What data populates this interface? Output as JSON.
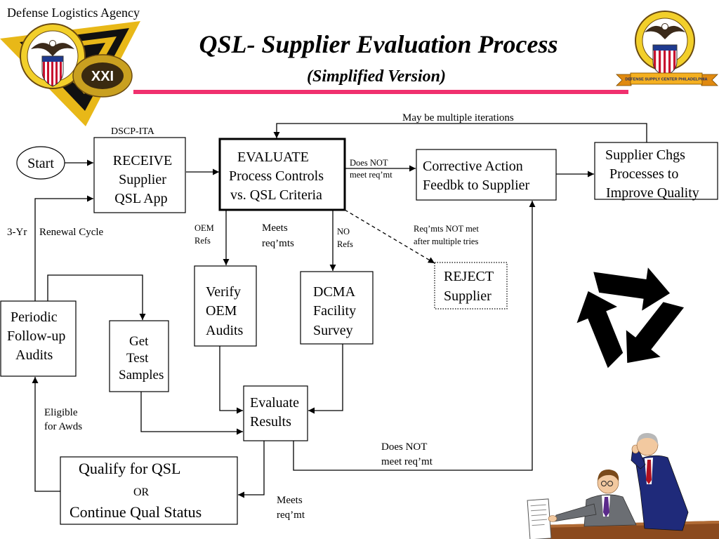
{
  "header": {
    "agency": "Defense Logistics Agency",
    "title": "QSL- Supplier Evaluation Process",
    "subtitle": "(Simplified Version)",
    "left_logo_badge": "XXI",
    "right_logo_banner": "DEFENSE SUPPLY CENTER PHILADELPHIA"
  },
  "nodes": {
    "start": "Start",
    "receive_group": "DSCP-ITA",
    "receive": [
      "RECEIVE",
      "Supplier",
      "QSL App"
    ],
    "evaluate": [
      "EVALUATE",
      "Process Controls",
      "vs. QSL Criteria"
    ],
    "corrective": [
      "Corrective Action",
      "Feedbk to Supplier"
    ],
    "supplier_chgs": [
      "Supplier Chgs",
      "Processes to",
      "Improve Quality"
    ],
    "reject": [
      "REJECT",
      "Supplier"
    ],
    "verify": [
      "Verify",
      "OEM",
      "Audits"
    ],
    "dcma": [
      "DCMA",
      "Facility",
      "Survey"
    ],
    "evaluate_results": [
      "Evaluate",
      "Results"
    ],
    "get_test": [
      "Get",
      "Test",
      "Samples"
    ],
    "periodic": [
      "Periodic",
      "Follow-up",
      "Audits"
    ],
    "qualify": [
      "Qualify for QSL",
      "OR",
      "Continue Qual Status"
    ]
  },
  "edge_labels": {
    "iterations": "May be multiple iterations",
    "eval_not_met": [
      "Does NOT",
      "meet req’mt"
    ],
    "oem_refs": [
      "OEM",
      "Refs"
    ],
    "eval_meets": [
      "Meets",
      "req’mts"
    ],
    "no_refs": [
      "NO",
      "Refs"
    ],
    "reject_reason": [
      "Req’mts NOT met",
      "after multiple tries"
    ],
    "renewal": [
      "3-Yr",
      "Renewal Cycle"
    ],
    "eligible": [
      "Eligible",
      "for Awds"
    ],
    "results_meets": [
      "Meets",
      "req’mt"
    ],
    "results_not_met": [
      "Does NOT",
      "meet req’mt"
    ]
  },
  "icons": {
    "left_logo": "dla-emblem-icon",
    "right_logo": "dscp-emblem-icon",
    "recycle": "recycle-icon",
    "illustration": "business-meeting-illustration"
  },
  "colors": {
    "title_rule": "#f0306e",
    "logo_gold": "#e8b818",
    "logo_blue": "#1f3a8f",
    "logo_red": "#c8102e"
  }
}
